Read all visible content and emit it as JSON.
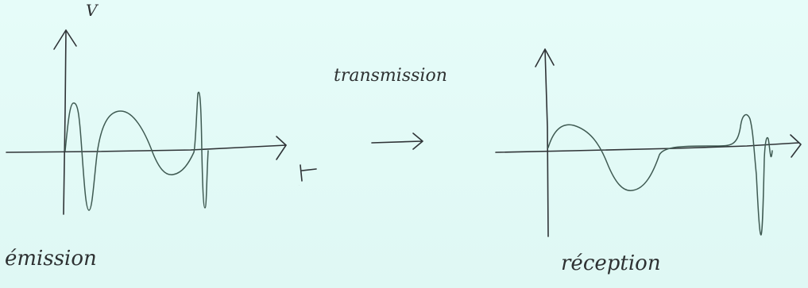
{
  "diagram": {
    "labels": {
      "emission_v_axis": "V",
      "emission_t_axis": "t",
      "transmission": "transmission",
      "emission": "émission",
      "reception": "réception"
    },
    "colors": {
      "background": "#e4fbf8",
      "ink": "#2e3132",
      "wave_ink": "#3f5a52"
    }
  }
}
